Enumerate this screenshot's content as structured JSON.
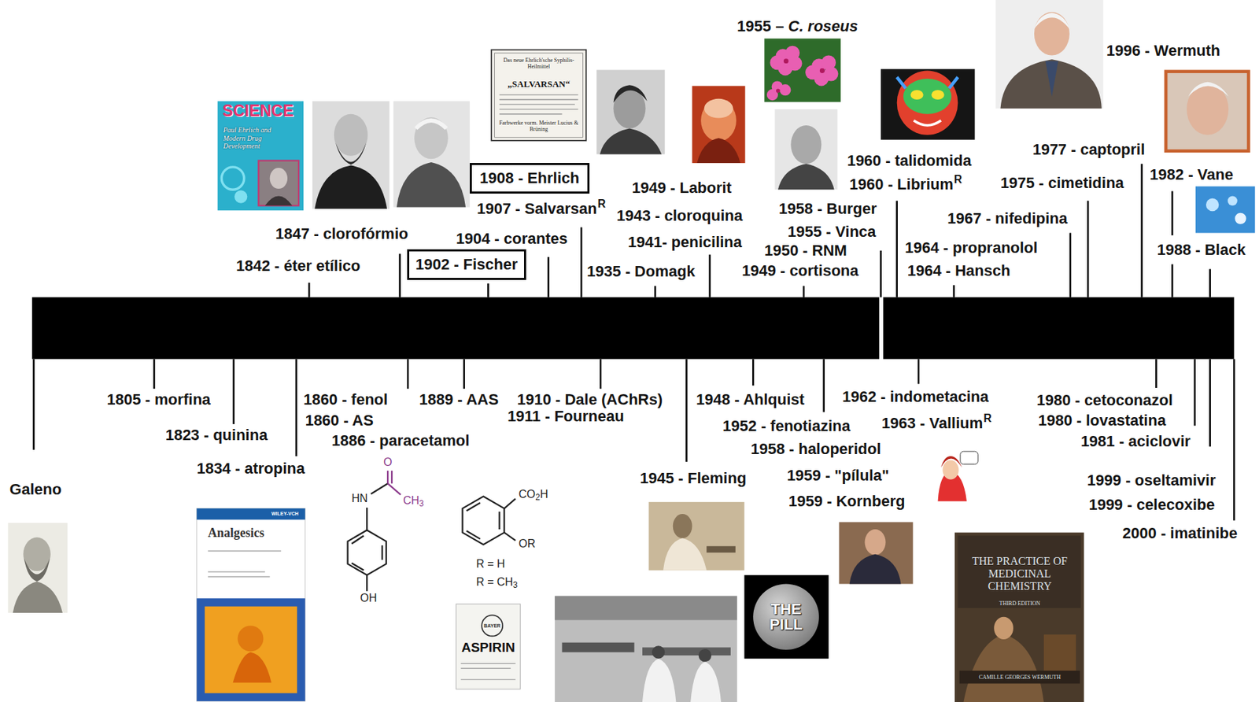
{
  "diagram": {
    "nodes": [
      {
        "text": [
          "1908 - Ehrlich"
        ]
      },
      {
        "text": [
          "1902 - Fischer"
        ]
      }
    ],
    "edges": [],
    "labels": [
      "1955 – C. roseus",
      "1996 - Wermuth",
      "SCIENCE",
      "Paul Ehrlich and Modern Drug Development",
      "Das neue Ehrlich'sche Syphilis-Heilmittel",
      "„SALVARSAN“",
      "Farbwerke vorm. Meister Lucius & Brüning",
      "1977 - captopril",
      "1960 - talidomida",
      "1982 - Vane",
      "1975 - cimetidina",
      "1960 - Librium",
      "R",
      "1949 - Laborit",
      "1907 - Salvarsan",
      "R",
      "1958 - Burger",
      "1943 - cloroquina",
      "1967 - nifedipina",
      "1955 - Vinca",
      "1847 - clorofórmio",
      "1904 - corantes",
      "1941- penicilina",
      "1964 - propranolol",
      "1988 - Black",
      "1950 - RNM",
      "1842 - éter etílico",
      "1949 - cortisona",
      "1964 - Hansch",
      "1935 - Domagk",
      "1962 - indometacina",
      "1805 - morfina",
      "1860 - fenol",
      "1889 - AAS",
      "1910 - Dale (AChRs)",
      "1948 - Ahlquist",
      "1980 - cetoconazol",
      "1911 - Fourneau",
      "1860 - AS",
      "1980 - lovastatina",
      "1963 - Vallium",
      "R",
      "1952 - fenotiazina",
      "1823 - quinina",
      "1886 - paracetamol",
      "1981 - aciclovir",
      "1958 - haloperidol",
      "O",
      "1834 - atropina",
      "1959 - \"pílula\"",
      "1945 - Fleming",
      "1999 - oseltamivir",
      "Galeno",
      "CO2H",
      "HN",
      "CH3",
      "1959 - Kornberg",
      "1999 - celecoxibe",
      "WILEY-VCH",
      "Analgesics",
      "2000 - imatinibe",
      "OR",
      "R = H",
      "THE PRACTICE OF MEDICINAL CHEMISTRY",
      "R = CH3",
      "OH",
      "THE PILL",
      "THIRD EDITION",
      "BAYER",
      "ASPIRIN",
      "CAMILLE GEORGES WERMUTH"
    ]
  }
}
